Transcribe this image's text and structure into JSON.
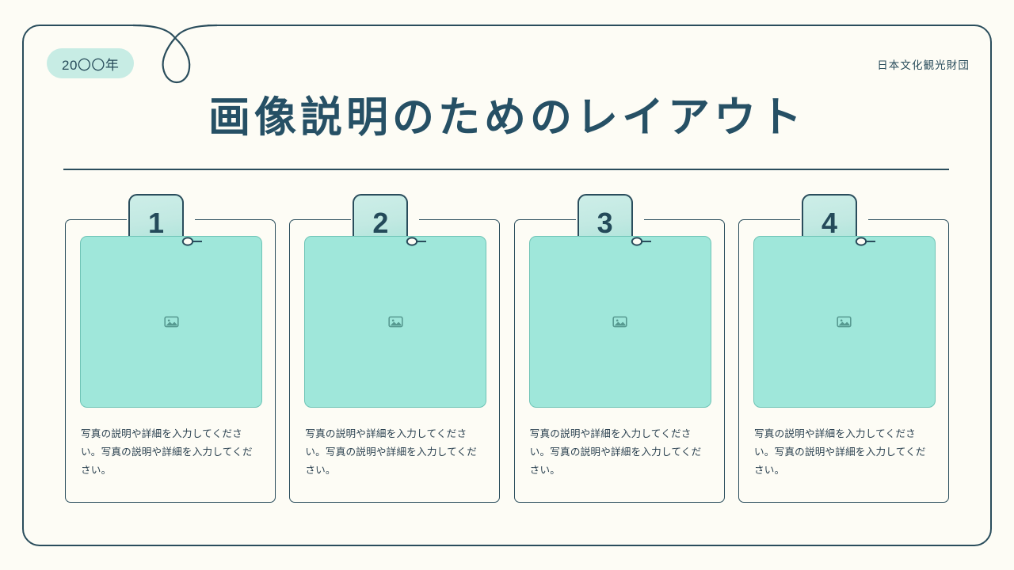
{
  "slide": {
    "year_badge": "20〇〇年",
    "organization": "日本文化観光財団",
    "title": "画像説明のためのレイアウト"
  },
  "colors": {
    "page_background": "#fdfcf5",
    "frame_border": "#2a4d5c",
    "title_text": "#265065",
    "accent_mint": "#9fe7da",
    "badge_mint": "#c7ece4",
    "caption_text": "#2b4150"
  },
  "cards": [
    {
      "number": "1",
      "image_icon": "image-placeholder-icon",
      "caption": "写真の説明や詳細を入力してください。写真の説明や詳細を入力してください。"
    },
    {
      "number": "2",
      "image_icon": "image-placeholder-icon",
      "caption": "写真の説明や詳細を入力してください。写真の説明や詳細を入力してください。"
    },
    {
      "number": "3",
      "image_icon": "image-placeholder-icon",
      "caption": "写真の説明や詳細を入力してください。写真の説明や詳細を入力してください。"
    },
    {
      "number": "4",
      "image_icon": "image-placeholder-icon",
      "caption": "写真の説明や詳細を入力してください。写真の説明や詳細を入力してください。"
    }
  ]
}
